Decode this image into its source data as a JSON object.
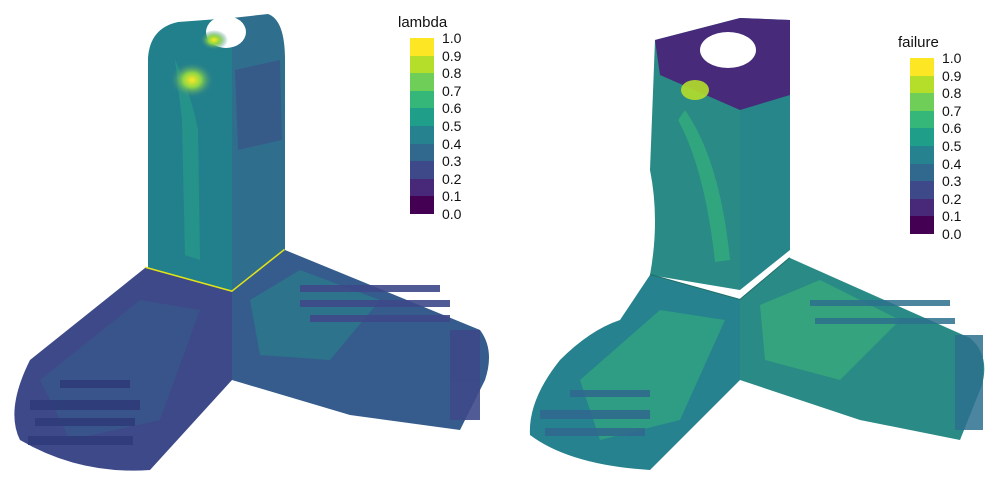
{
  "colorbars": [
    {
      "title": "lambda",
      "ticks": [
        "1.0",
        "0.9",
        "0.8",
        "0.7",
        "0.6",
        "0.5",
        "0.4",
        "0.3",
        "0.2",
        "0.1",
        "0.0"
      ],
      "range": [
        0.0,
        1.0
      ],
      "colors": [
        "#fde725",
        "#b5de2b",
        "#6ece58",
        "#35b779",
        "#1f9e89",
        "#26828e",
        "#31688e",
        "#3e4989",
        "#482878",
        "#440154"
      ]
    },
    {
      "title": "failure",
      "ticks": [
        "1.0",
        "0.9",
        "0.8",
        "0.7",
        "0.6",
        "0.5",
        "0.4",
        "0.3",
        "0.2",
        "0.1",
        "0.0"
      ],
      "range": [
        0.0,
        1.0
      ],
      "colors": [
        "#fde725",
        "#b5de2b",
        "#6ece58",
        "#35b779",
        "#1f9e89",
        "#26828e",
        "#31688e",
        "#3e4989",
        "#482878",
        "#440154"
      ]
    }
  ]
}
